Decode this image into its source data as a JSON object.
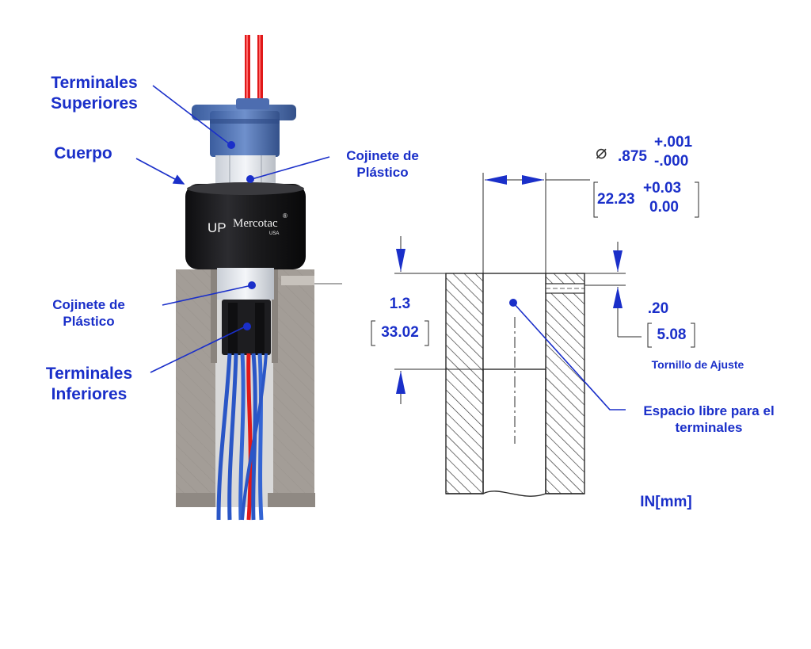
{
  "colors": {
    "label_blue": "#1a2fc9",
    "wire_red": "#e0191a",
    "wire_blue": "#2a56c6",
    "housing_gray": "#a39d97",
    "body_black": "#1b1b1d",
    "drawing_line": "#2b2b2b"
  },
  "left_labels": {
    "top_terminals": [
      "Terminales",
      "Superiores"
    ],
    "body": "Cuerpo",
    "plastic_bearing_upper": [
      "Cojinete de",
      "Plástico"
    ],
    "plastic_bearing_lower": [
      "Cojinete de",
      "Plástico"
    ],
    "bottom_terminals": [
      "Terminales",
      "Inferiores"
    ]
  },
  "product_logo": {
    "mark": "UP",
    "brand": "Mercotac",
    "registered": "®",
    "sub": "USA"
  },
  "drawing": {
    "diameter_symbol": "⌀",
    "diameter_in": ".875",
    "diameter_in_tol_plus": "+.001",
    "diameter_in_tol_minus": "-.000",
    "diameter_mm": "22.23",
    "diameter_mm_tol_plus": "+0.03",
    "diameter_mm_tol_minus": "0.00",
    "depth_in": "1.3",
    "depth_mm": "33.02",
    "screw_offset_in": ".20",
    "screw_offset_mm": "5.08",
    "set_screw_label": "Tornillo de Ajuste",
    "clearance_label": [
      "Espacio libre para el",
      "terminales"
    ],
    "units": "IN[mm]"
  }
}
